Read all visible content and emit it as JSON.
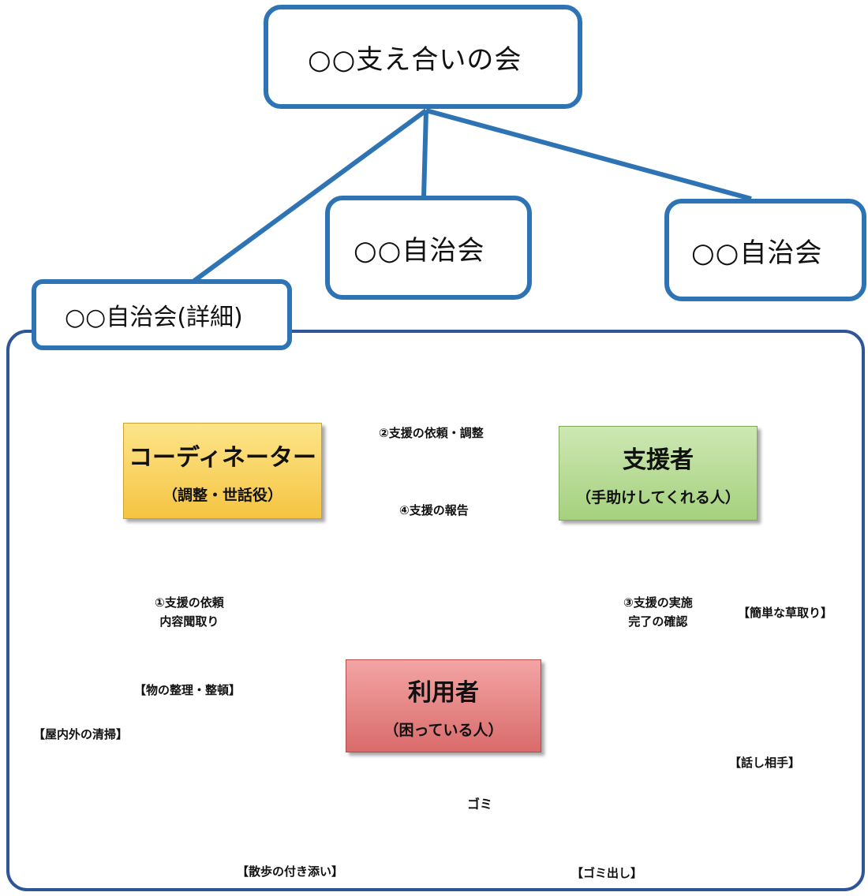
{
  "top_box": {
    "label": "○○支え合いの会"
  },
  "branches": [
    {
      "label": "○○自治会"
    },
    {
      "label": "○○自治会"
    }
  ],
  "detail": {
    "tab_label": "○○自治会(詳細)",
    "coordinator": {
      "title": "コーディネーター",
      "subtitle": "（調整・世話役）"
    },
    "supporter": {
      "title": "支援者",
      "subtitle": "（手助けしてくれる人）"
    },
    "user": {
      "title": "利用者",
      "subtitle": "（困っている人）"
    },
    "flows": {
      "request_adjust": "②支援の依頼・調整",
      "report": "④支援の報告",
      "request_hearing": [
        "①支援の依頼",
        "内容聞取り"
      ],
      "implementation": [
        "③支援の実施",
        "完了の確認"
      ]
    },
    "examples": {
      "weeding": "【簡単な草取り】",
      "organize": "【物の整理・整頓】",
      "cleaning": "【屋内外の清掃】",
      "talking": "【話し相手】",
      "walk": "【散歩の付き添い】",
      "garbage": "【ゴミ出し】",
      "garbage_bag": "ゴミ"
    }
  },
  "colors": {
    "line_blue": "#2e74b5",
    "arrow_blue": "#4472c4",
    "coordinator_yellow": "#f5c442",
    "supporter_green": "#a5d17d",
    "user_red": "#d96b6b"
  }
}
